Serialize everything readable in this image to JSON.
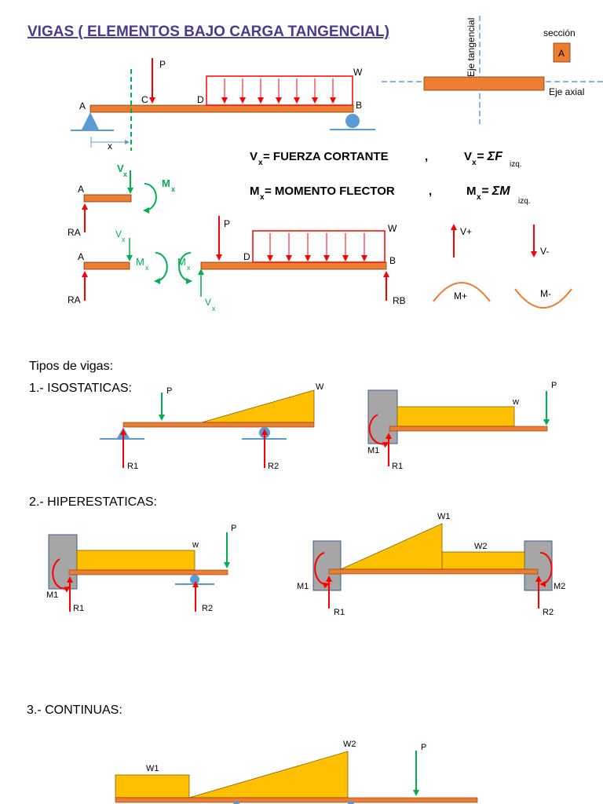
{
  "title": "VIGAS ( ELEMENTOS BAJO CARGA TANGENCIAL)",
  "title_period": ".",
  "colors": {
    "title": "#4a3a8c",
    "beam": "#ed7d31",
    "support": "#5b9bd5",
    "axis": "#5b9bd5",
    "load": "#ff0000",
    "section_line": "#00b050",
    "yellow_load": "#ffc000",
    "wall": "#a6a6a6"
  },
  "top_diagram": {
    "label_p": "P",
    "label_w": "W",
    "label_a": "A",
    "label_b": "B",
    "label_c": "C",
    "label_d": "D",
    "label_x": "x"
  },
  "section_diagram": {
    "section_label": "sección",
    "section_letter": "A",
    "tangent_axis": "Eje tangencial",
    "axial_axis": "Eje axial"
  },
  "definitions": {
    "v_sym": "V",
    "v_sub": "x",
    "v_text": " = FUERZA CORTANTE",
    "m_sym": "M",
    "m_sub": "x",
    "m_text": " = MOMENTO FLECTOR",
    "comma": ",",
    "v_formula": " = ΣF",
    "m_formula": " = ΣM",
    "izq": "izq."
  },
  "free_body": {
    "label_a": "A",
    "label_ra": "RA",
    "label_rb": "RB",
    "label_b": "B",
    "label_d": "D",
    "label_p": "P",
    "label_w": "W",
    "vx": "V",
    "mx": "M",
    "sub_x": "x"
  },
  "sign_convention": {
    "v_plus": "V+",
    "v_minus": "V-",
    "m_plus": "M+",
    "m_minus": "M-"
  },
  "types": {
    "heading": "Tipos de vigas:",
    "iso_heading": "1.- ISOSTATICAS:",
    "hyper_heading": "2.- HIPERESTATICAS:",
    "cont_heading": "3.- CONTINUAS:",
    "labels": {
      "p": "P",
      "w_upper": "W",
      "w_lower": "w",
      "w1": "W1",
      "w2": "W2",
      "r1": "R1",
      "r2": "R2",
      "m1": "M1",
      "m2": "M2"
    }
  }
}
